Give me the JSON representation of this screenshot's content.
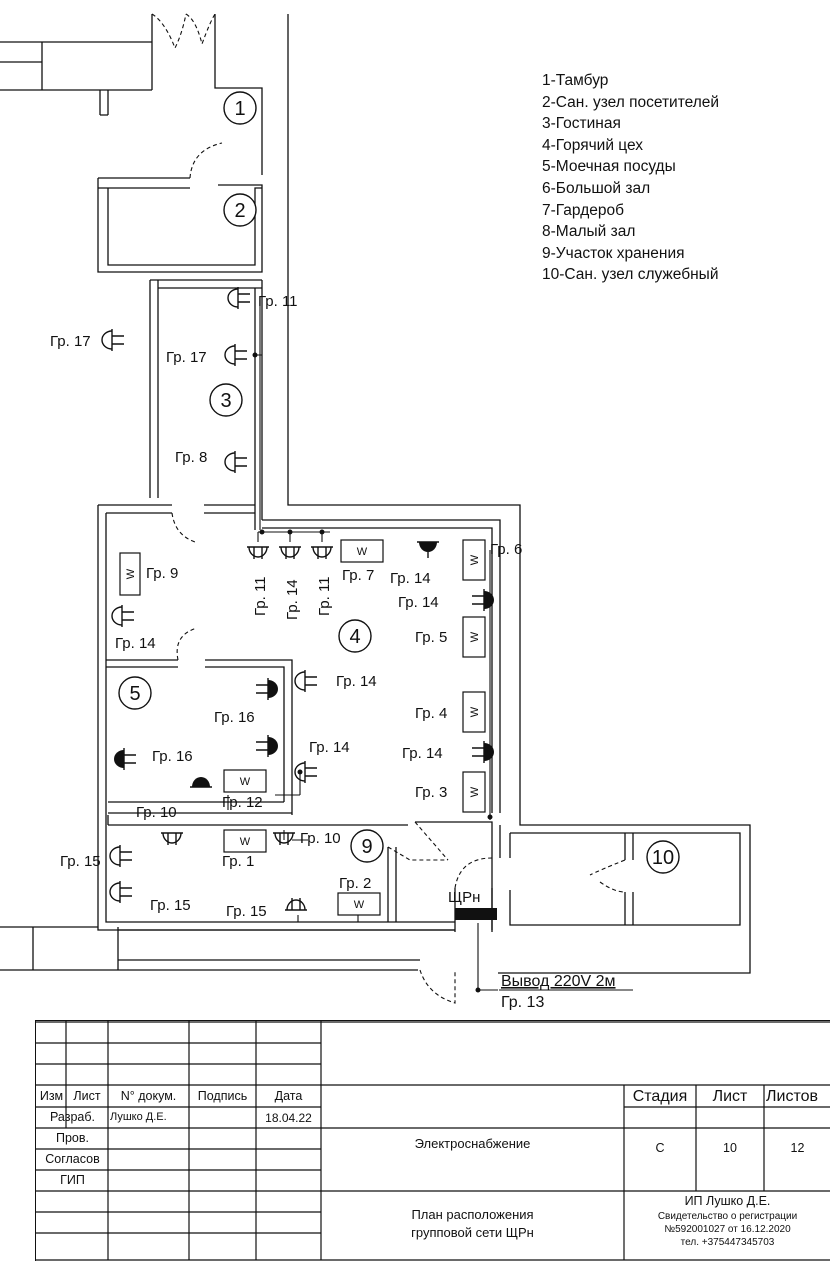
{
  "legend": [
    "1-Тамбур",
    "2-Сан. узел посетителей",
    "3-Гостиная",
    "4-Горячий цех",
    "5-Моечная посуды",
    "6-Большой зал",
    "7-Гардероб",
    "8-Малый зал",
    "9-Участок хранения",
    "10-Сан. узел служебный"
  ],
  "rooms": [
    "1",
    "2",
    "3",
    "4",
    "5",
    "9",
    "10"
  ],
  "groups": {
    "g11a": "Гр. 11",
    "g17out": "Гр. 17",
    "g17in": "Гр. 17",
    "g8": "Гр. 8",
    "g11b": "Гр. 11",
    "g14a": "Гр. 14",
    "g11c": "Гр. 11",
    "g7": "Гр. 7",
    "g14b": "Гр. 14",
    "g6": "Гр. 6",
    "g14c": "Гр. 14",
    "g9": "Гр. 9",
    "g14d": "Гр. 14",
    "g5": "Гр. 5",
    "g14e": "Гр. 14",
    "g16a": "Гр. 16",
    "g14f": "Гр. 14",
    "g4": "Гр. 4",
    "g16b": "Гр. 16",
    "g14g": "Гр. 14",
    "g3": "Гр. 3",
    "g12": "Гр. 12",
    "g10a": "Гр. 10",
    "g10b": "Гр. 10",
    "g15a": "Гр. 15",
    "g1": "Гр. 1",
    "g2": "Гр. 2",
    "g15b": "Гр. 15",
    "g15c": "Гр. 15"
  },
  "fixture_letter": "W",
  "panel_label": "ЩРн",
  "feed": {
    "title": "Вывод 220V 2м",
    "group": "Гр. 13"
  },
  "title_block": {
    "headers": {
      "izm": "Изм",
      "list": "Лист",
      "doc": "N° докум.",
      "sign": "Подпись",
      "date": "Дата"
    },
    "rows": [
      {
        "role": "Разраб.",
        "name": "Лушко Д.Е.",
        "date": "18.04.22"
      },
      {
        "role": "Пров.",
        "name": "",
        "date": ""
      },
      {
        "role": "Согласов",
        "name": "",
        "date": ""
      },
      {
        "role": "ГИП",
        "name": "",
        "date": ""
      }
    ],
    "section": "Электроснабжение",
    "drawing_title_1": "План расположения",
    "drawing_title_2": "групповой сети ЩРн",
    "stage_label": "Стадия",
    "sheet_label": "Лист",
    "sheets_label": "Листов",
    "stage": "С",
    "sheet": "10",
    "sheets": "12",
    "org": "ИП Лушко Д.Е.",
    "cert_1": "Свидетельство о регистрации",
    "cert_2": "№592001027 от 16.12.2020",
    "phone": "тел. +375447345703"
  }
}
